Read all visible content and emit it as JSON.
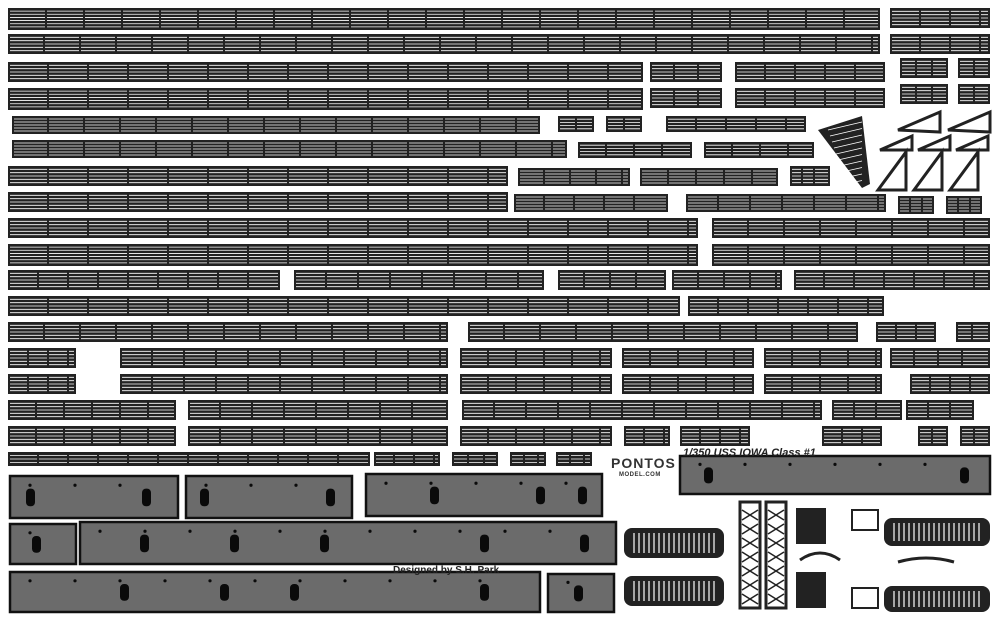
{
  "sheet": {
    "title": "1/350 USS IOWA Class #1",
    "designer": "Designed by S.H. Park",
    "brand": "PONTOS",
    "brand_sub": "MODEL.COM",
    "colors": {
      "background": "#ffffff",
      "strip": "#222222",
      "grating": "#ffffff",
      "plate": "#6b6b6b",
      "plate_edge": "#111111",
      "hole": "#0a0a0a"
    }
  }
}
